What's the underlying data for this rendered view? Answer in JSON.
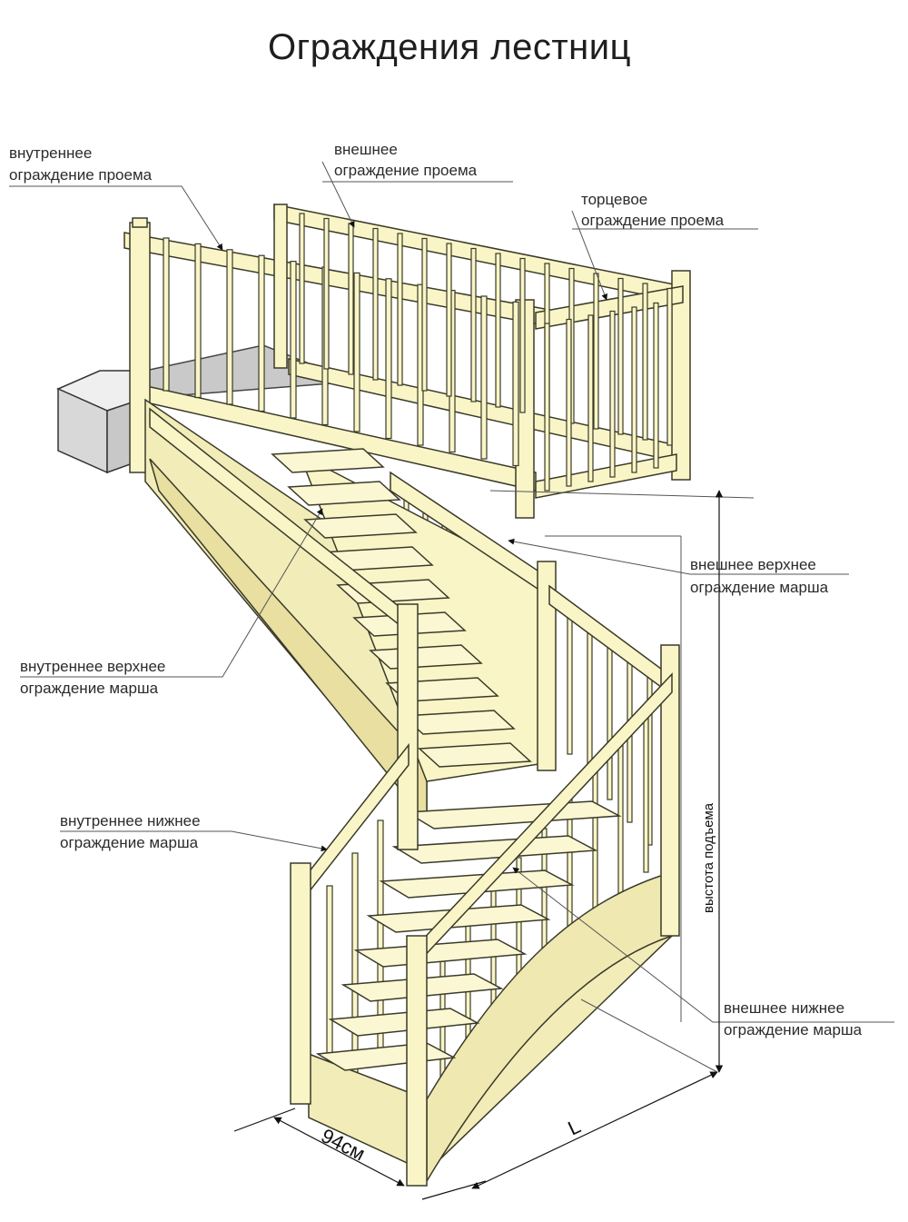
{
  "title": "Ограждения лестниц",
  "labels": {
    "inner_opening": [
      "внутреннее",
      "ограждение проема"
    ],
    "outer_opening": [
      "внешнее",
      "ограждение проема"
    ],
    "end_opening": [
      "торцевое",
      "ограждение проема"
    ],
    "outer_upper_flight": [
      "внешнее верхнее",
      "ограждение марша"
    ],
    "inner_upper_flight": [
      "внутреннее верхнее",
      "ограждение марша"
    ],
    "inner_lower_flight": [
      "внутреннее нижнее",
      "ограждение марша"
    ],
    "outer_lower_flight": [
      "внешнее нижнее",
      "ограждение марша"
    ]
  },
  "dimensions": {
    "width": "94см",
    "length": "L",
    "rise_height": "выстота подъема"
  },
  "colors": {
    "wood": "#faf5c6",
    "wood_dark": "#e8dfa0",
    "outline": "#3a3a2a",
    "box": "#dcdcdc"
  }
}
